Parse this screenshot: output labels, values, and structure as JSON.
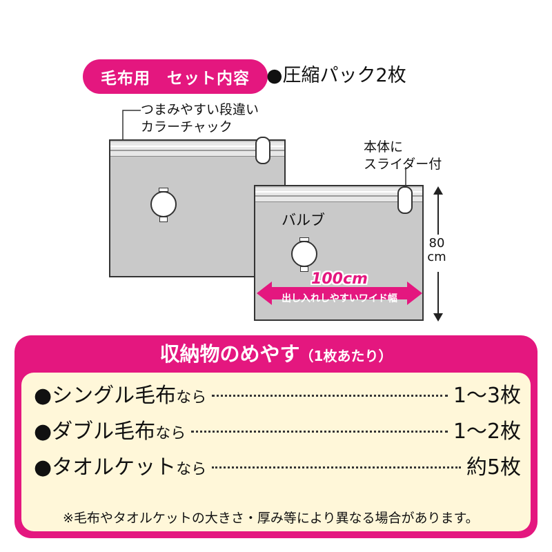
{
  "header": {
    "pill_label": "毛布用　セット内容",
    "contents": "●圧縮パック2枚"
  },
  "diagram": {
    "zipper_callout": "つまみやすい段違い\nカラーチャック",
    "slider_callout": "本体に\nスライダー付",
    "valve_label": "バルブ",
    "height_label": "80\ncm",
    "width_value": "100cm",
    "width_caption": "出し入れしやすいワイド幅",
    "colors": {
      "accent": "#e4177f",
      "pack_fill": "#c9c9c9"
    }
  },
  "guide": {
    "title": "収納物のめやす",
    "title_note": "（1枚あたり）",
    "rows": [
      {
        "item": "●シングル毛布",
        "suffix": "なら",
        "qty": "1～3枚"
      },
      {
        "item": "●ダブル毛布",
        "suffix": "なら",
        "qty": "1～2枚"
      },
      {
        "item": "●タオルケット",
        "suffix": "なら",
        "qty": "約5枚"
      }
    ],
    "note": "※毛布やタオルケットの大きさ・厚み等により異なる場合があります。",
    "colors": {
      "panel": "#e4177f",
      "inner": "#fff7d9"
    }
  }
}
